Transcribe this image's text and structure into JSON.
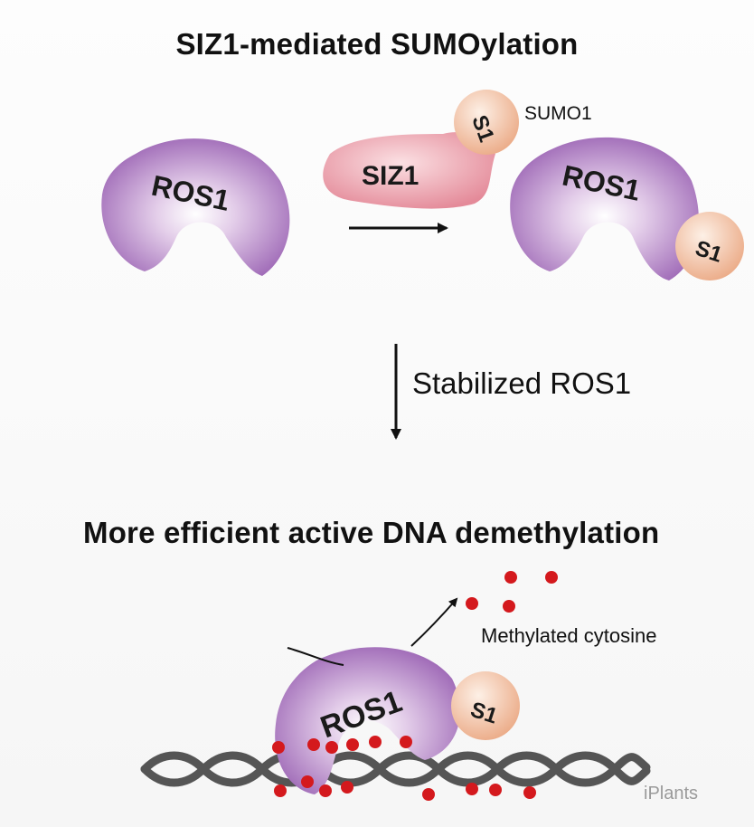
{
  "title_top": "SIZ1-mediated SUMOylation",
  "title_bottom": "More efficient active DNA demethylation",
  "labels": {
    "ros1": "ROS1",
    "siz1": "SIZ1",
    "s1": "S1",
    "sumo1": "SUMO1",
    "stabilized": "Stabilized ROS1",
    "methylated_cytosine": "Methylated cytosine"
  },
  "watermark": "iPlants",
  "colors": {
    "ros1": "#9b64b4",
    "siz1": "#e58c9a",
    "sumo": "#f0b08f",
    "methyl": "#d4191d",
    "dna": "#555555"
  }
}
